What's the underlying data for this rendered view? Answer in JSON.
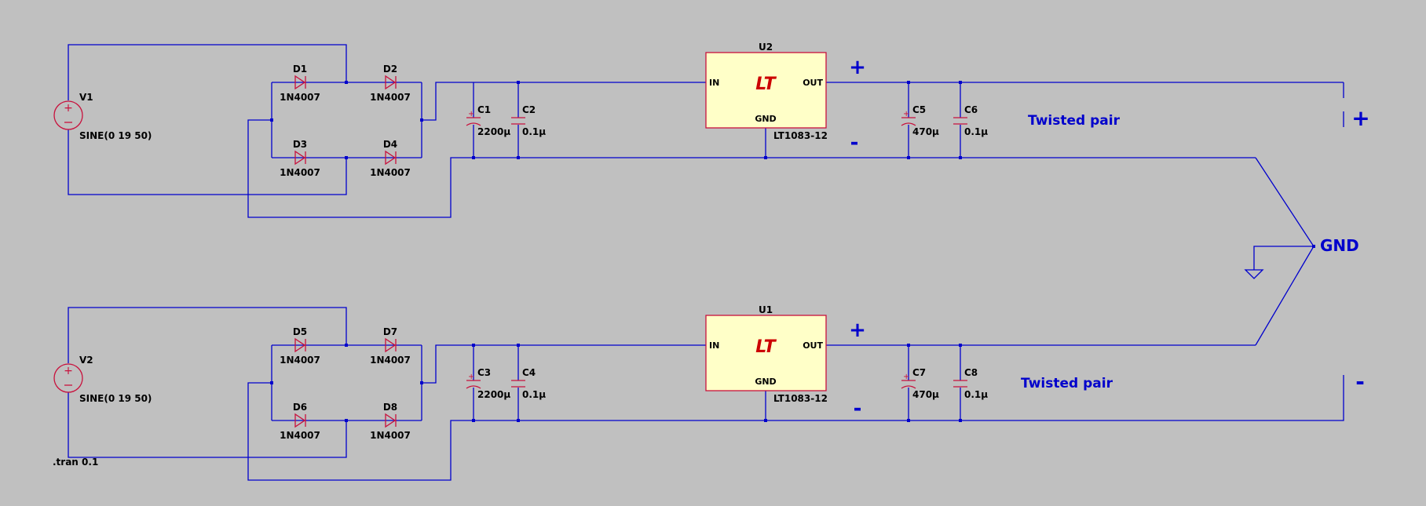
{
  "sources": [
    {
      "name": "V1",
      "value": "SINE(0 19 50)"
    },
    {
      "name": "V2",
      "value": "SINE(0 19 50)"
    }
  ],
  "diodes": [
    {
      "name": "D1",
      "model": "1N4007"
    },
    {
      "name": "D2",
      "model": "1N4007"
    },
    {
      "name": "D3",
      "model": "1N4007"
    },
    {
      "name": "D4",
      "model": "1N4007"
    },
    {
      "name": "D5",
      "model": "1N4007"
    },
    {
      "name": "D7",
      "model": "1N4007"
    },
    {
      "name": "D6",
      "model": "1N4007"
    },
    {
      "name": "D8",
      "model": "1N4007"
    }
  ],
  "capacitors": [
    {
      "name": "C1",
      "value": "2200µ"
    },
    {
      "name": "C2",
      "value": "0.1µ"
    },
    {
      "name": "C5",
      "value": "470µ"
    },
    {
      "name": "C6",
      "value": "0.1µ"
    },
    {
      "name": "C3",
      "value": "2200µ"
    },
    {
      "name": "C4",
      "value": "0.1µ"
    },
    {
      "name": "C7",
      "value": "470µ"
    },
    {
      "name": "C8",
      "value": "0.1µ"
    }
  ],
  "regulators": [
    {
      "name": "U2",
      "part": "LT1083-12",
      "pin_in": "IN",
      "pin_out": "OUT",
      "pin_gnd": "GND",
      "logo": "LT"
    },
    {
      "name": "U1",
      "part": "LT1083-12",
      "pin_in": "IN",
      "pin_out": "OUT",
      "pin_gnd": "GND",
      "logo": "LT"
    }
  ],
  "net_labels": {
    "plus": "+",
    "minus": "-",
    "twisted_pair": "Twisted pair",
    "gnd": "GND"
  },
  "directive": ".tran 0.1",
  "colors": {
    "background": "#c0c0c0",
    "wire": "#0000cc",
    "component": "#c8103c",
    "regulator_fill": "#ffffc8"
  }
}
